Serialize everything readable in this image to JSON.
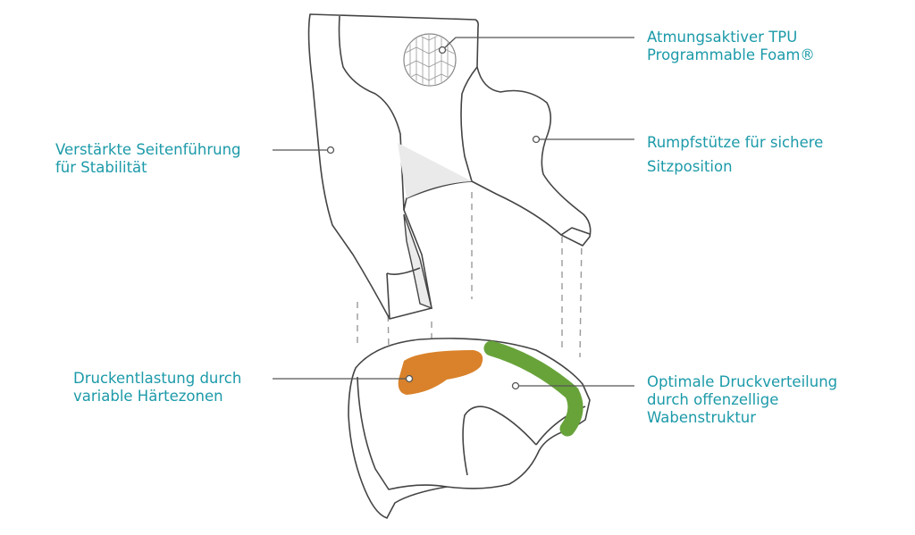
{
  "labels": {
    "foam": {
      "line1": "Atmungsaktiver TPU",
      "line2": "Programmable Foam®"
    },
    "torso": {
      "line1": "Rumpfstütze für sichere",
      "line2": "Sitzposition"
    },
    "side": {
      "line1": "Verstärkte Seitenführung",
      "line2": "für Stabilität"
    },
    "relief": {
      "line1": "Druckentlastung durch",
      "line2": "variable Härtezonen"
    },
    "distribution": {
      "line1": "Optimale Druckverteilung",
      "line2": "durch offenzellige",
      "line3": "Wabenstruktur"
    }
  },
  "colors": {
    "text": "#1c9aa9",
    "hard_zone": "#d9822b",
    "distribution_zone": "#68a33a"
  }
}
